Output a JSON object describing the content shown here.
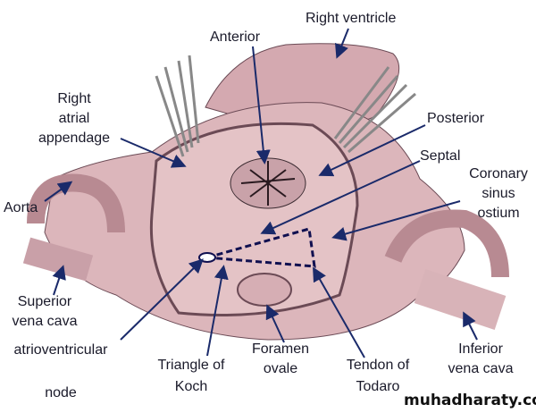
{
  "labels": {
    "right_ventricle": "Right ventricle",
    "anterior": "Anterior",
    "right_atrial_appendage": [
      "Right",
      "atrial",
      "appendage"
    ],
    "posterior": "Posterior",
    "septal": "Septal",
    "coronary_sinus_ostium": [
      "Coronary",
      "sinus",
      "ostium"
    ],
    "aorta": "Aorta",
    "superior_vena_cava": [
      "Superior",
      "vena cava"
    ],
    "atrioventricular_node": [
      "atrioventricular",
      "node"
    ],
    "triangle_of_koch": [
      "Triangle of",
      "Koch"
    ],
    "foramen_ovale": [
      "Foramen",
      "ovale"
    ],
    "tendon_of_todaro": [
      "Tendon of",
      "Todaro"
    ],
    "inferior_vena_cava": [
      "Inferior",
      "vena cava"
    ]
  },
  "watermark": "muhadharaty.com",
  "colors": {
    "tissue": "#d9b3b8",
    "tissue_dark": "#b88a92",
    "outline": "#6b4a55",
    "arrow": "#1a2a6a"
  }
}
